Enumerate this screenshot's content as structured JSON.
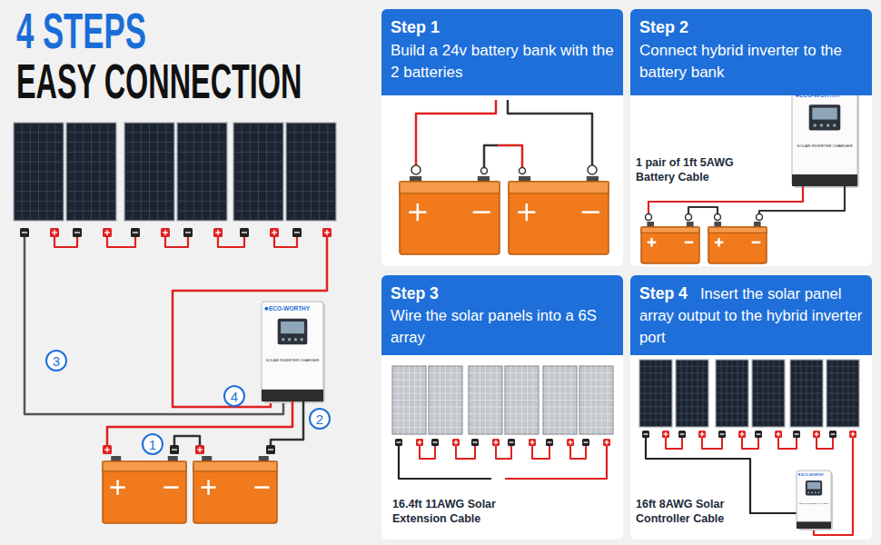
{
  "diagram": {
    "title": "4 STEPS",
    "nodes": [
      {
        "text": [
          "3"
        ]
      },
      {
        "text": [
          "4"
        ]
      },
      {
        "text": [
          "2"
        ]
      },
      {
        "text": [
          "1"
        ]
      },
      {
        "text": [
          "Step 1",
          "Build a 24v battery bank with the 2 batteries"
        ]
      },
      {
        "text": [
          "Step 2",
          "Connect hybrid inverter to the battery bank"
        ]
      },
      {
        "text": [
          "Step 3",
          "Wire the solar panels into a 6S array"
        ]
      },
      {
        "text": [
          "Step 4",
          "Insert the solar panel array output to the hybrid inverter port"
        ]
      }
    ],
    "labels": [
      "EASY CONNECTION",
      "ECO-WORTHY",
      "SOLAR INVERTER CHARGER",
      "ECO-WORTHY",
      "SOLAR INVERTER CHARGER",
      "1 pair of 1ft 5AWG Battery Cable",
      "16.4ft 11AWG Solar Extension Cable",
      "ECO-WORTHY",
      "SOLAR INVERTER CHARGER",
      "16ft 8AWG Solar Controller Cable"
    ]
  }
}
